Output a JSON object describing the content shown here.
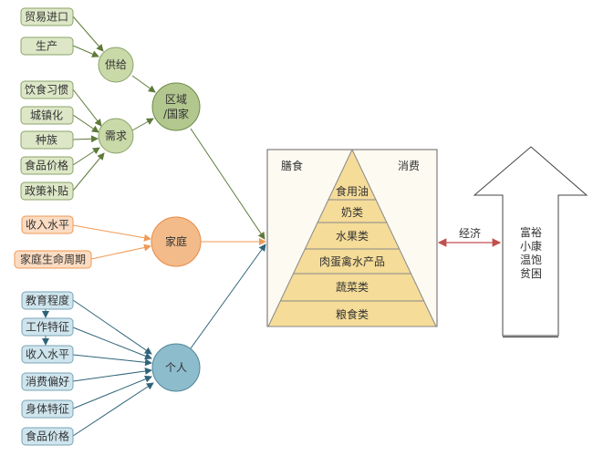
{
  "colors": {
    "green": "#5e7a3a",
    "green_fill": "#c9d9a8",
    "orange": "#ef9a55",
    "orange_fill": "#f3bb8a",
    "blue": "#2f6478",
    "blue_fill": "#8dbccd",
    "pyramid": "#f5dc98",
    "econ": "#c0504d"
  },
  "region": {
    "supply_inputs": [
      "贸易进口",
      "生产"
    ],
    "supply": "供给",
    "demand_inputs": [
      "饮食习惯",
      "城镇化",
      "种族",
      "食品价格",
      "政策补贴"
    ],
    "demand": "需求",
    "node_line1": "区域",
    "node_line2": "/国家"
  },
  "household": {
    "inputs": [
      "收入水平",
      "家庭生命周期"
    ],
    "node": "家庭"
  },
  "individual": {
    "inputs": [
      "教育程度",
      "工作特征",
      "收入水平",
      "消费偏好",
      "身体特征",
      "食品价格"
    ],
    "node": "个人"
  },
  "pyramid": {
    "left_label": "膳食",
    "right_label": "消费",
    "layers": [
      "食用油",
      "奶类",
      "水果类",
      "肉蛋禽水产品",
      "蔬菜类",
      "粮食类"
    ]
  },
  "economy_label": "经济",
  "levels": [
    "富裕",
    "小康",
    "温饱",
    "贫困"
  ]
}
